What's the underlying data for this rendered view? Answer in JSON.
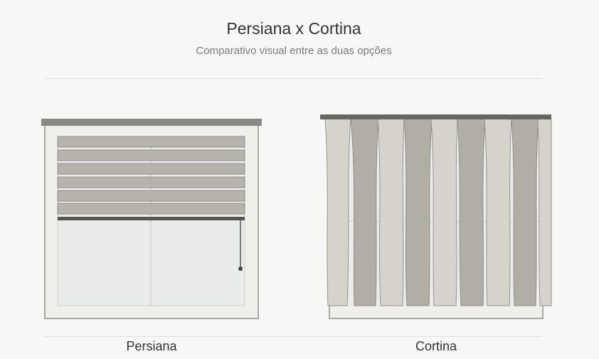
{
  "header": {
    "title": "Persiana x Cortina",
    "subtitle": "Comparativo visual entre as duas opções"
  },
  "options": [
    {
      "id": "persiana",
      "label": "Persiana"
    },
    {
      "id": "cortina",
      "label": "Cortina"
    }
  ],
  "colors": {
    "background": "#f7f7f5",
    "frame": "#f1efea",
    "frame_border": "#a8a8a4",
    "rail": "#8a8a84",
    "rail_dark": "#666662",
    "slat": "#b5b3aa",
    "glass": "#eaeceb",
    "panel_light": "#d5d3cb",
    "panel_dark": "#b1aea5"
  }
}
